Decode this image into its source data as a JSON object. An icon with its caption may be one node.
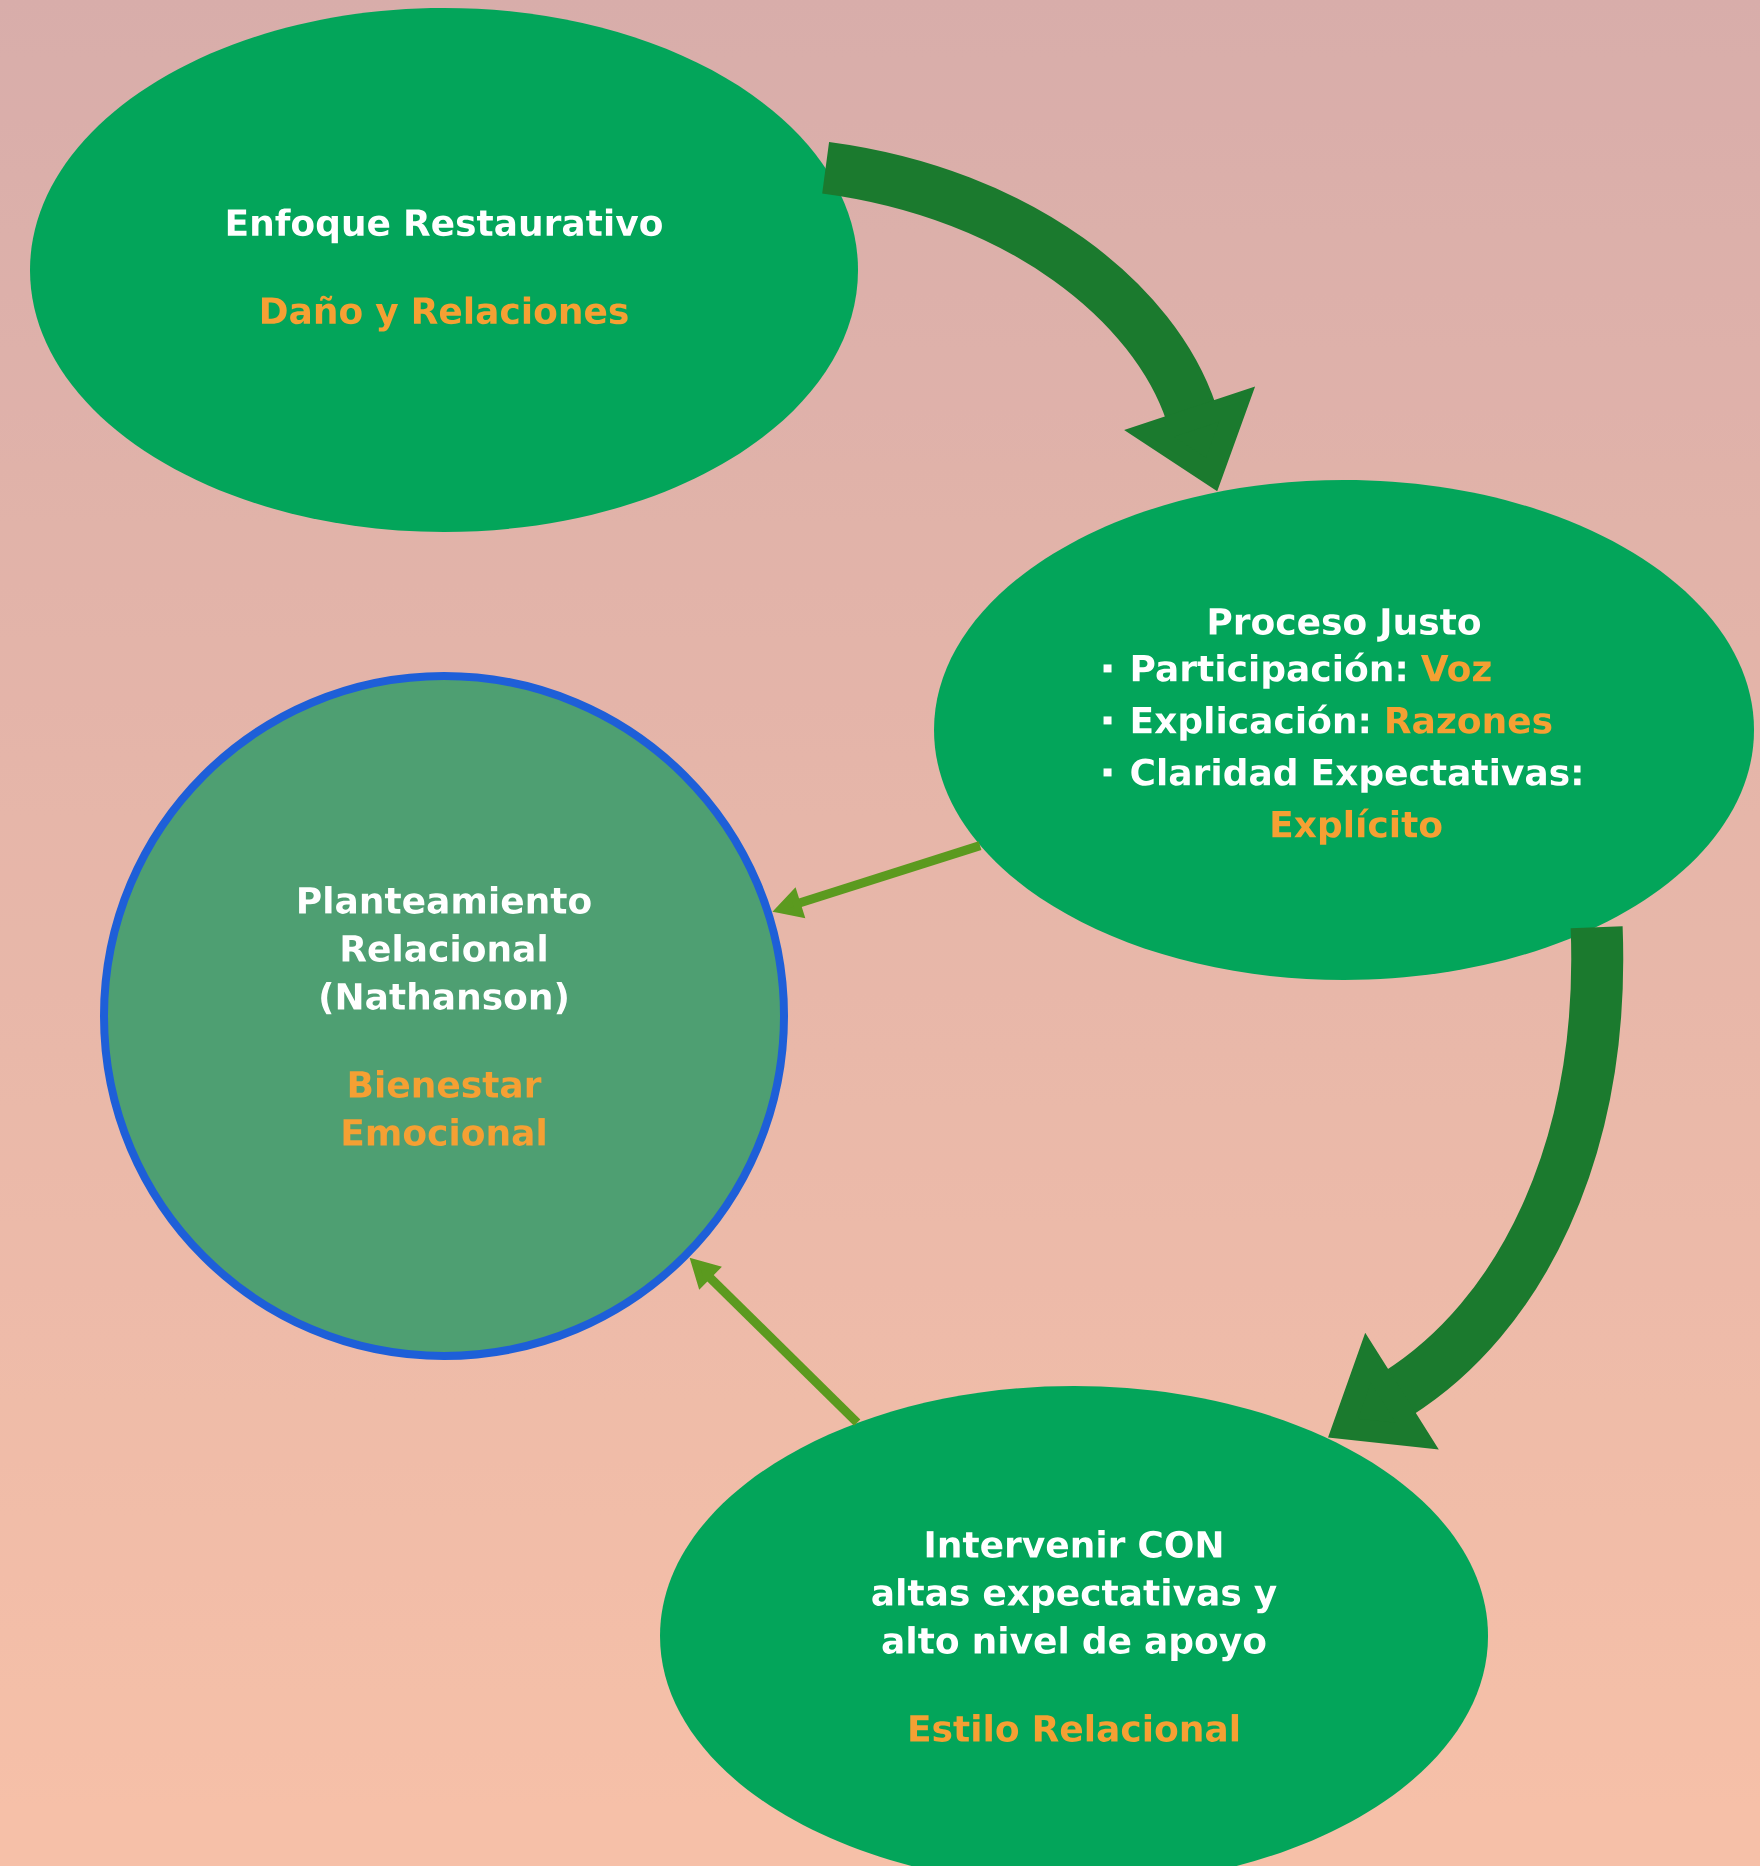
{
  "diagram": {
    "nodes": [
      {
        "text": [
          "Enfoque Restaurativo",
          "Daño y Relaciones"
        ]
      },
      {
        "text": [
          "Proceso Justo",
          "Participación:",
          "Voz",
          "Explicación:",
          "Razones",
          "Claridad Expectativas:",
          "Explícito"
        ]
      },
      {
        "text": [
          "Planteamiento Relacional (Nathanson)",
          "Bienestar Emocional"
        ]
      },
      {
        "text": [
          "Intervenir CON altas expectativas y alto nivel de apoyo",
          "Estilo Relacional"
        ]
      }
    ],
    "edges": [
      {
        "from": 0,
        "to": 1,
        "arrow": "to",
        "style": "thick",
        "color": "#1b7a2e"
      },
      {
        "from": 1,
        "to": 2,
        "arrow": "to",
        "color": "#5b9a1f"
      },
      {
        "from": 1,
        "to": 3,
        "arrow": "to",
        "style": "thick",
        "color": "#1b7a2e"
      },
      {
        "from": 3,
        "to": 2,
        "arrow": "to",
        "color": "#5b9a1f"
      }
    ]
  }
}
